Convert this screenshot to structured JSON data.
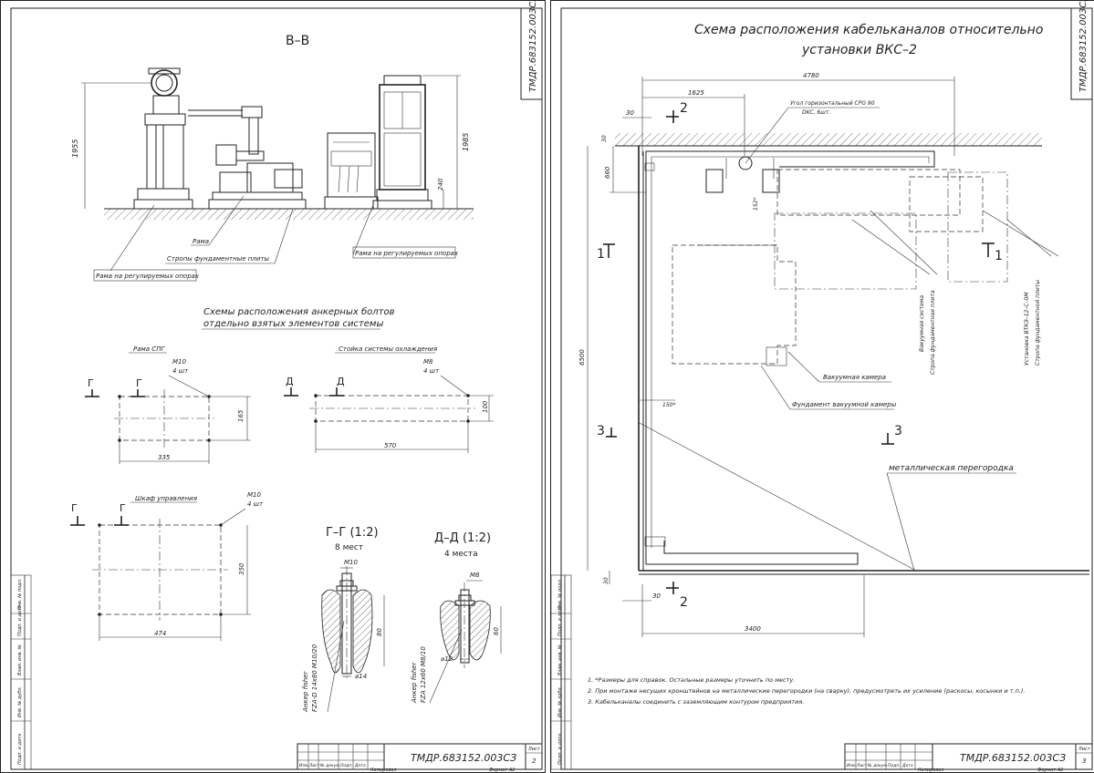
{
  "left_sheet": {
    "section_title": "В–В",
    "code": "ТМДР.683152.003СЗ",
    "sheet_label": "Лист",
    "sheet_no": "2",
    "kopiroval": "Копировал",
    "format": "Формат А2",
    "dims_main": {
      "h1": "1955",
      "h2": "1985",
      "h3": "240"
    },
    "leaders": {
      "rama": "Рама",
      "stropy": "Стропы фундаментные плиты",
      "rama_reg_right": "Рама на регулируемых опорах",
      "rama_reg_left": "Рама на регулируемых опорах"
    },
    "schemes_title_1": "Схемы расположения анкерных болтов",
    "schemes_title_2": "отдельно взятых элементов системы",
    "pump": {
      "title": "Рама СПГ",
      "bolt": "М10",
      "qty": "4 шт",
      "w": "335",
      "h": "165",
      "mark": "Г"
    },
    "cooling": {
      "title": "Стойка системы охлаждения",
      "bolt": "М8",
      "qty": "4 шт",
      "w": "570",
      "h": "100",
      "mark": "Д"
    },
    "cabinet": {
      "title": "Шкаф управления",
      "bolt": "М10",
      "qty": "4 шт",
      "w": "474",
      "h": "350",
      "mark": "Г"
    },
    "section_g": {
      "title": "Г–Г (1:2)",
      "sub": "8 мест",
      "bolt": "М10",
      "depth": "80",
      "dia": "⌀14",
      "anchor_1": "Анкер fisher",
      "anchor_2": "FZA-D 14х80 М10/20"
    },
    "section_d": {
      "title": "Д–Д (1:2)",
      "sub": "4 места",
      "bolt": "М8",
      "depth": "60",
      "dia": "⌀12",
      "anchor_1": "Анкер fisher",
      "anchor_2": "FZA 12х60 М8/10"
    },
    "stamp_labels": [
      "Изм.",
      "Лист",
      "№ докум.",
      "Подп.",
      "Дата"
    ],
    "side_labels": [
      "Инв. № подл.",
      "Подп. и дата",
      "Взам. инв. №",
      "Инв. № дубл.",
      "Подп. и дата"
    ]
  },
  "right_sheet": {
    "title_1": "Схема расположения кабельканалов относительно",
    "title_2": "установки ВКС–2",
    "code": "ТМДР.683152.003СЗ",
    "sheet_label": "Лист",
    "sheet_no": "3",
    "kopiroval": "Копировал",
    "format": "Формат А2",
    "dims": {
      "total_w": "4780",
      "w1625": "1625",
      "off30_top": "30",
      "off30_bottom": "30",
      "wall30": "30",
      "h660": "660",
      "h6500": "6500",
      "w3400": "3400",
      "h30_floor": "30",
      "ang152": "152*",
      "ang150": "150*"
    },
    "section_marks": {
      "s2": "2",
      "s1": "1",
      "s3": "3"
    },
    "leaders": {
      "elbow_1": "Угол горизонтальный СРG 90",
      "elbow_2": "DKC, 6шт.",
      "vac_system": "Вакуумная система",
      "vac_slab": "Стропа фундаментная плита",
      "unit_1": "Установка ВТКЭ–12–С–0М",
      "unit_2": "Стропа фундаментной плиты",
      "vac_chamber": "Вакуумная камера",
      "vac_chamber_found": "Фундамент вакуумной камеры",
      "partition": "металлическая перегородка"
    },
    "notes": [
      "1. *Размеры для справок. Остальные размеры уточнить по месту.",
      "2. При монтаже несущих кронштейнов на металлические перегородки (на сварку), предусмотреть их усиление (раскосы, косынки и т.п.).",
      "3. Кабельканалы соединить с заземляющим контуром предприятия."
    ],
    "stamp_labels": [
      "Изм.",
      "Лист",
      "№ докум.",
      "Подп.",
      "Дата"
    ],
    "side_labels": [
      "Инв. № подл.",
      "Подп. и дата",
      "Взам. инв. №",
      "Инв. № дубл.",
      "Подп. и дата"
    ]
  }
}
